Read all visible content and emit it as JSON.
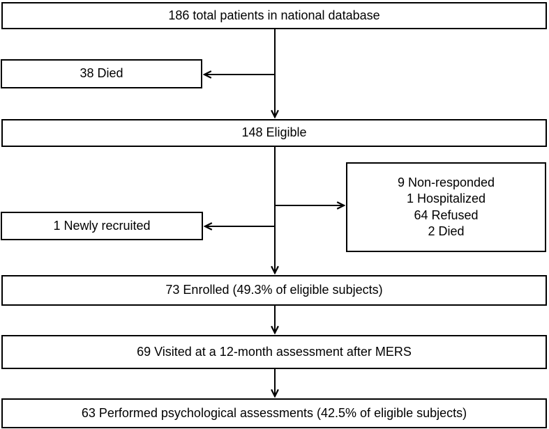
{
  "figure": {
    "colors": {
      "background": "#ffffff",
      "border": "#000000",
      "text": "#000000"
    },
    "boxes": {
      "total": "186 total patients in national database",
      "died": "38 Died",
      "eligible": "148 Eligible",
      "exclusions": [
        "9 Non-responded",
        "1 Hospitalized",
        "64 Refused",
        "2 Died"
      ],
      "newly_recruited": "1 Newly recruited",
      "enrolled": "73 Enrolled (49.3% of eligible subjects)",
      "visited": "69 Visited at a 12-month assessment after MERS",
      "performed": "63 Performed psychological assessments (42.5% of eligible subjects)"
    }
  }
}
